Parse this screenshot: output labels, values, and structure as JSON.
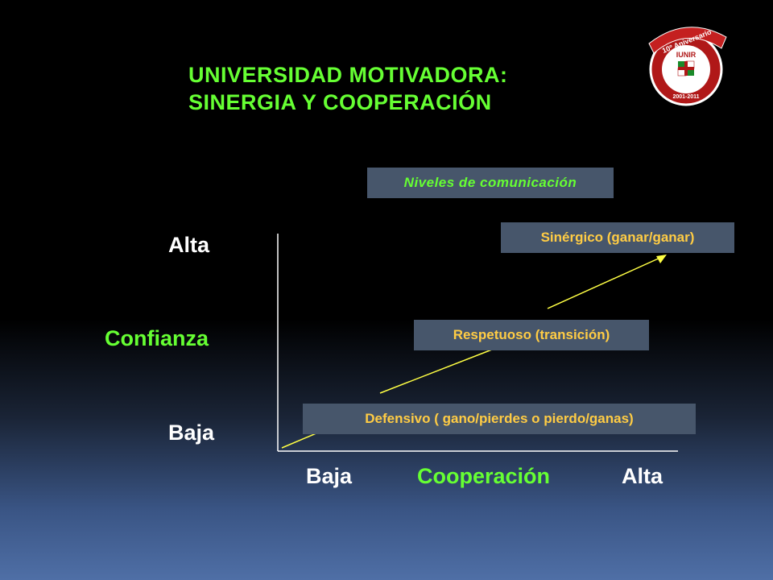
{
  "title": {
    "line1": "UNIVERSIDAD  MOTIVADORA:",
    "line2": "SINERGIA  Y COOPERACIÓN"
  },
  "logo": {
    "ribbon": "10º Aniversario",
    "name": "IUNIR",
    "years": "2001-2011"
  },
  "diagram": {
    "header": "Niveles de comunicación",
    "levels": [
      {
        "label": "Sinérgico (ganar/ganar)"
      },
      {
        "label": "Respetuoso (transición)"
      },
      {
        "label": "Defensivo ( gano/pierdes o pierdo/ganas)"
      }
    ],
    "y_axis": {
      "high": "Alta",
      "name": "Confianza",
      "low": "Baja"
    },
    "x_axis": {
      "low": "Baja",
      "name": "Cooperación",
      "high": "Alta"
    }
  },
  "colors": {
    "accent_green": "#66ff33",
    "level_text": "#ffcc44",
    "box_bg": "#47566b",
    "arrow": "#ffff44"
  }
}
